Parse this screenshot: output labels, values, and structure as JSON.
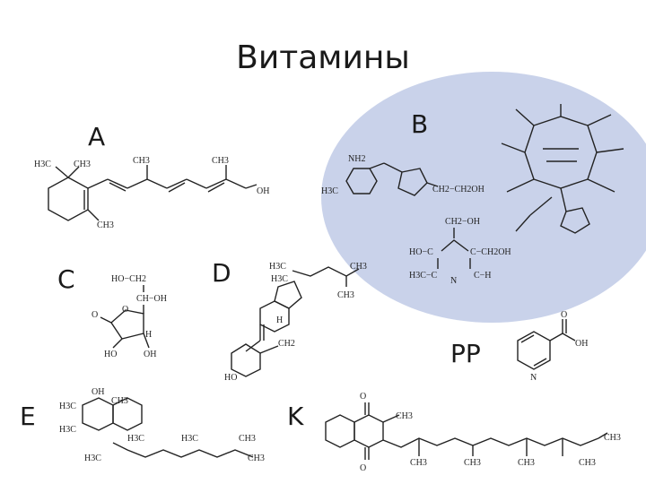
{
  "title": "Витамины",
  "labels": {
    "A": "A",
    "B": "B",
    "C": "C",
    "D": "D",
    "PP": "PP",
    "E": "E",
    "K": "K"
  },
  "vitamin_a": {
    "h3c_left": "H3C",
    "ch3_top": "CH3",
    "ch3_chain1": "CH3",
    "ch3_chain2": "CH3",
    "oh": "OH",
    "ch3_bottom": "CH3"
  },
  "vitamin_c": {
    "ho_ch2": "HO−CH2",
    "ch_oh": "CH−OH",
    "o_ring": "O",
    "o_carbonyl": "O",
    "h": "H",
    "ho": "HO",
    "oh": "OH"
  },
  "vitamin_d": {
    "h3c": "H3C",
    "ch3_a": "CH3",
    "ch3_b": "CH3",
    "h3c_2": "H3C",
    "h": "H",
    "ch2": "CH2",
    "ho": "HO"
  },
  "vitamin_b6": {
    "ch2oh_top": "CH2−OH",
    "ho": "HO−C",
    "ch2oh_right": "C−CH2OH",
    "h3c": "H3C−C",
    "n": "N",
    "ch": "C−H"
  },
  "vitamin_b1": {
    "nh2": "NH2",
    "h3c": "H3C",
    "chain": "CH2−CH2OH"
  },
  "vitamin_pp": {
    "oh": "OH",
    "n": "N",
    "o": "O"
  },
  "vitamin_e": {
    "oh": "OH",
    "h3c_1": "H3C",
    "h3c_2": "H3C",
    "ch3_top": "CH3",
    "h3c_o": "H3C",
    "ch3_chain": [
      "H3C",
      "H3C",
      "CH3",
      "CH3"
    ]
  },
  "vitamin_k": {
    "o_top": "O",
    "o_bottom": "O",
    "ch3_top": "CH3",
    "ch3_chain": [
      "CH3",
      "CH3",
      "CH3",
      "CH3",
      "CH3"
    ]
  }
}
